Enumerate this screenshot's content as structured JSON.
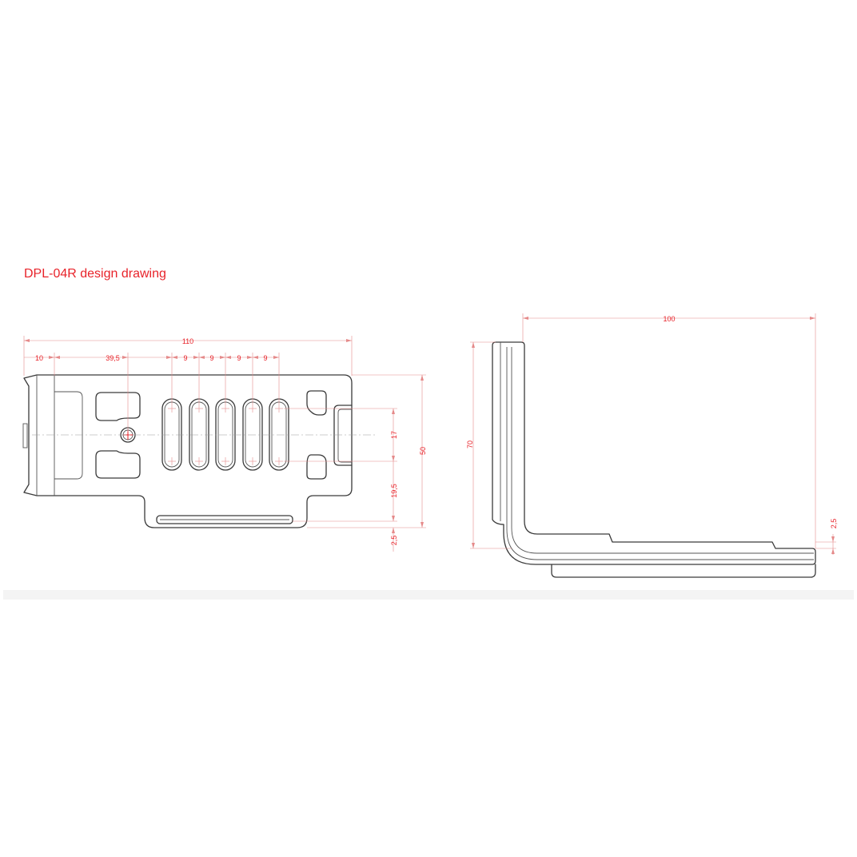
{
  "title": "DPL-04R design drawing",
  "colors": {
    "annotation": "#e8232a",
    "dimension_line": "#e58a8a",
    "outline": "#3a3a3a",
    "background": "#ffffff"
  },
  "front_view": {
    "dim_overall_width": "110",
    "dim_left_offset": "10",
    "dim_hole_offset": "39,5",
    "dim_slot_pitch": [
      "9",
      "9",
      "9",
      "9"
    ],
    "dim_slot_span": "17",
    "dim_height": "50",
    "dim_bottom_offset": "19,5",
    "dim_lip": "2,5"
  },
  "side_view": {
    "dim_width": "100",
    "dim_height": "70",
    "dim_thickness": "2,5"
  }
}
